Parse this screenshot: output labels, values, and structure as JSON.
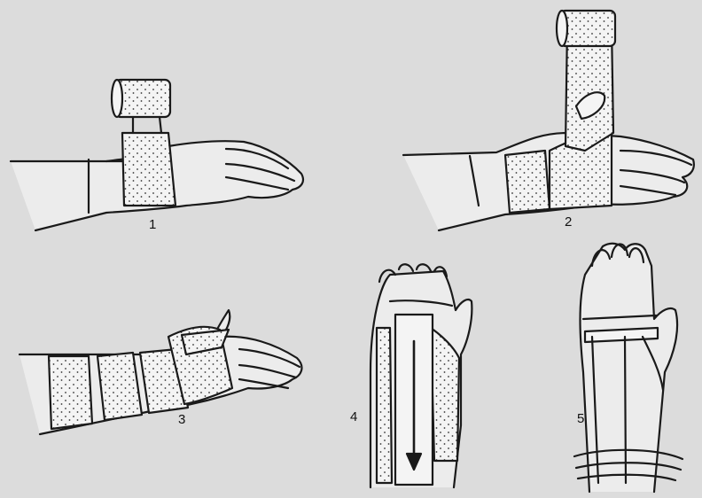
{
  "colors": {
    "background": "#dcdcdc",
    "ink": "#1a1a1a",
    "bandage": "#f4f4f4",
    "speckle": "#333333"
  },
  "steps": [
    {
      "number": "1"
    },
    {
      "number": "2"
    },
    {
      "number": "3"
    },
    {
      "number": "4"
    },
    {
      "number": "5"
    }
  ]
}
